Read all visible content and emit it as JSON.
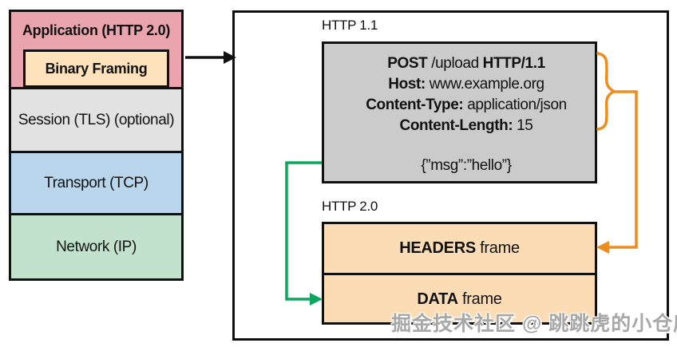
{
  "stack": {
    "layers": [
      {
        "label": "Application (HTTP 2.0)",
        "color": "#e9a4ae"
      },
      {
        "label": "Binary Framing",
        "color": "#fde2bb"
      },
      {
        "label": "Session (TLS) (optional)",
        "color": "#e2e2e2"
      },
      {
        "label": "Transport (TCP)",
        "color": "#b9d6ec"
      },
      {
        "label": "Network (IP)",
        "color": "#c3e2cd"
      }
    ]
  },
  "http11": {
    "label": "HTTP 1.1",
    "request": {
      "method": "POST",
      "path_part": " /upload ",
      "version": "HTTP/1.1",
      "host_key": "Host:",
      "host_value": " www.example.org",
      "content_type_key": "Content-Type:",
      "content_type_value": " application/json",
      "content_length_key": "Content-Length:",
      "content_length_value": " 15",
      "body": "{”msg”:”hello”}"
    }
  },
  "http20": {
    "label": "HTTP 2.0",
    "frames": [
      {
        "name": "HEADERS",
        "suffix": " frame"
      },
      {
        "name": "DATA",
        "suffix": " frame"
      }
    ]
  },
  "connectors": {
    "stack_to_panel": {
      "icon": "arrow-right-icon",
      "color": "#111111"
    },
    "headers_to_headers_frame": {
      "icon": "brace-and-elbow-arrow-icon",
      "color": "#ee8d1e"
    },
    "body_to_data_frame": {
      "icon": "elbow-arrow-icon",
      "color": "#0ca55c"
    }
  },
  "colors": {
    "application_layer": "#e9a4ae",
    "binary_framing": "#fde2bb",
    "session_layer": "#e2e2e2",
    "transport_layer": "#b9d6ec",
    "network_layer": "#c3e2cd",
    "request_box": "#cbcbcb",
    "frame_box": "#fcdcb4",
    "orange_connector": "#ee8d1e",
    "green_connector": "#0ca55c",
    "border": "#111111"
  },
  "watermark": {
    "text": "掘金技术社区 @ 跳跳虎的小仓库"
  }
}
